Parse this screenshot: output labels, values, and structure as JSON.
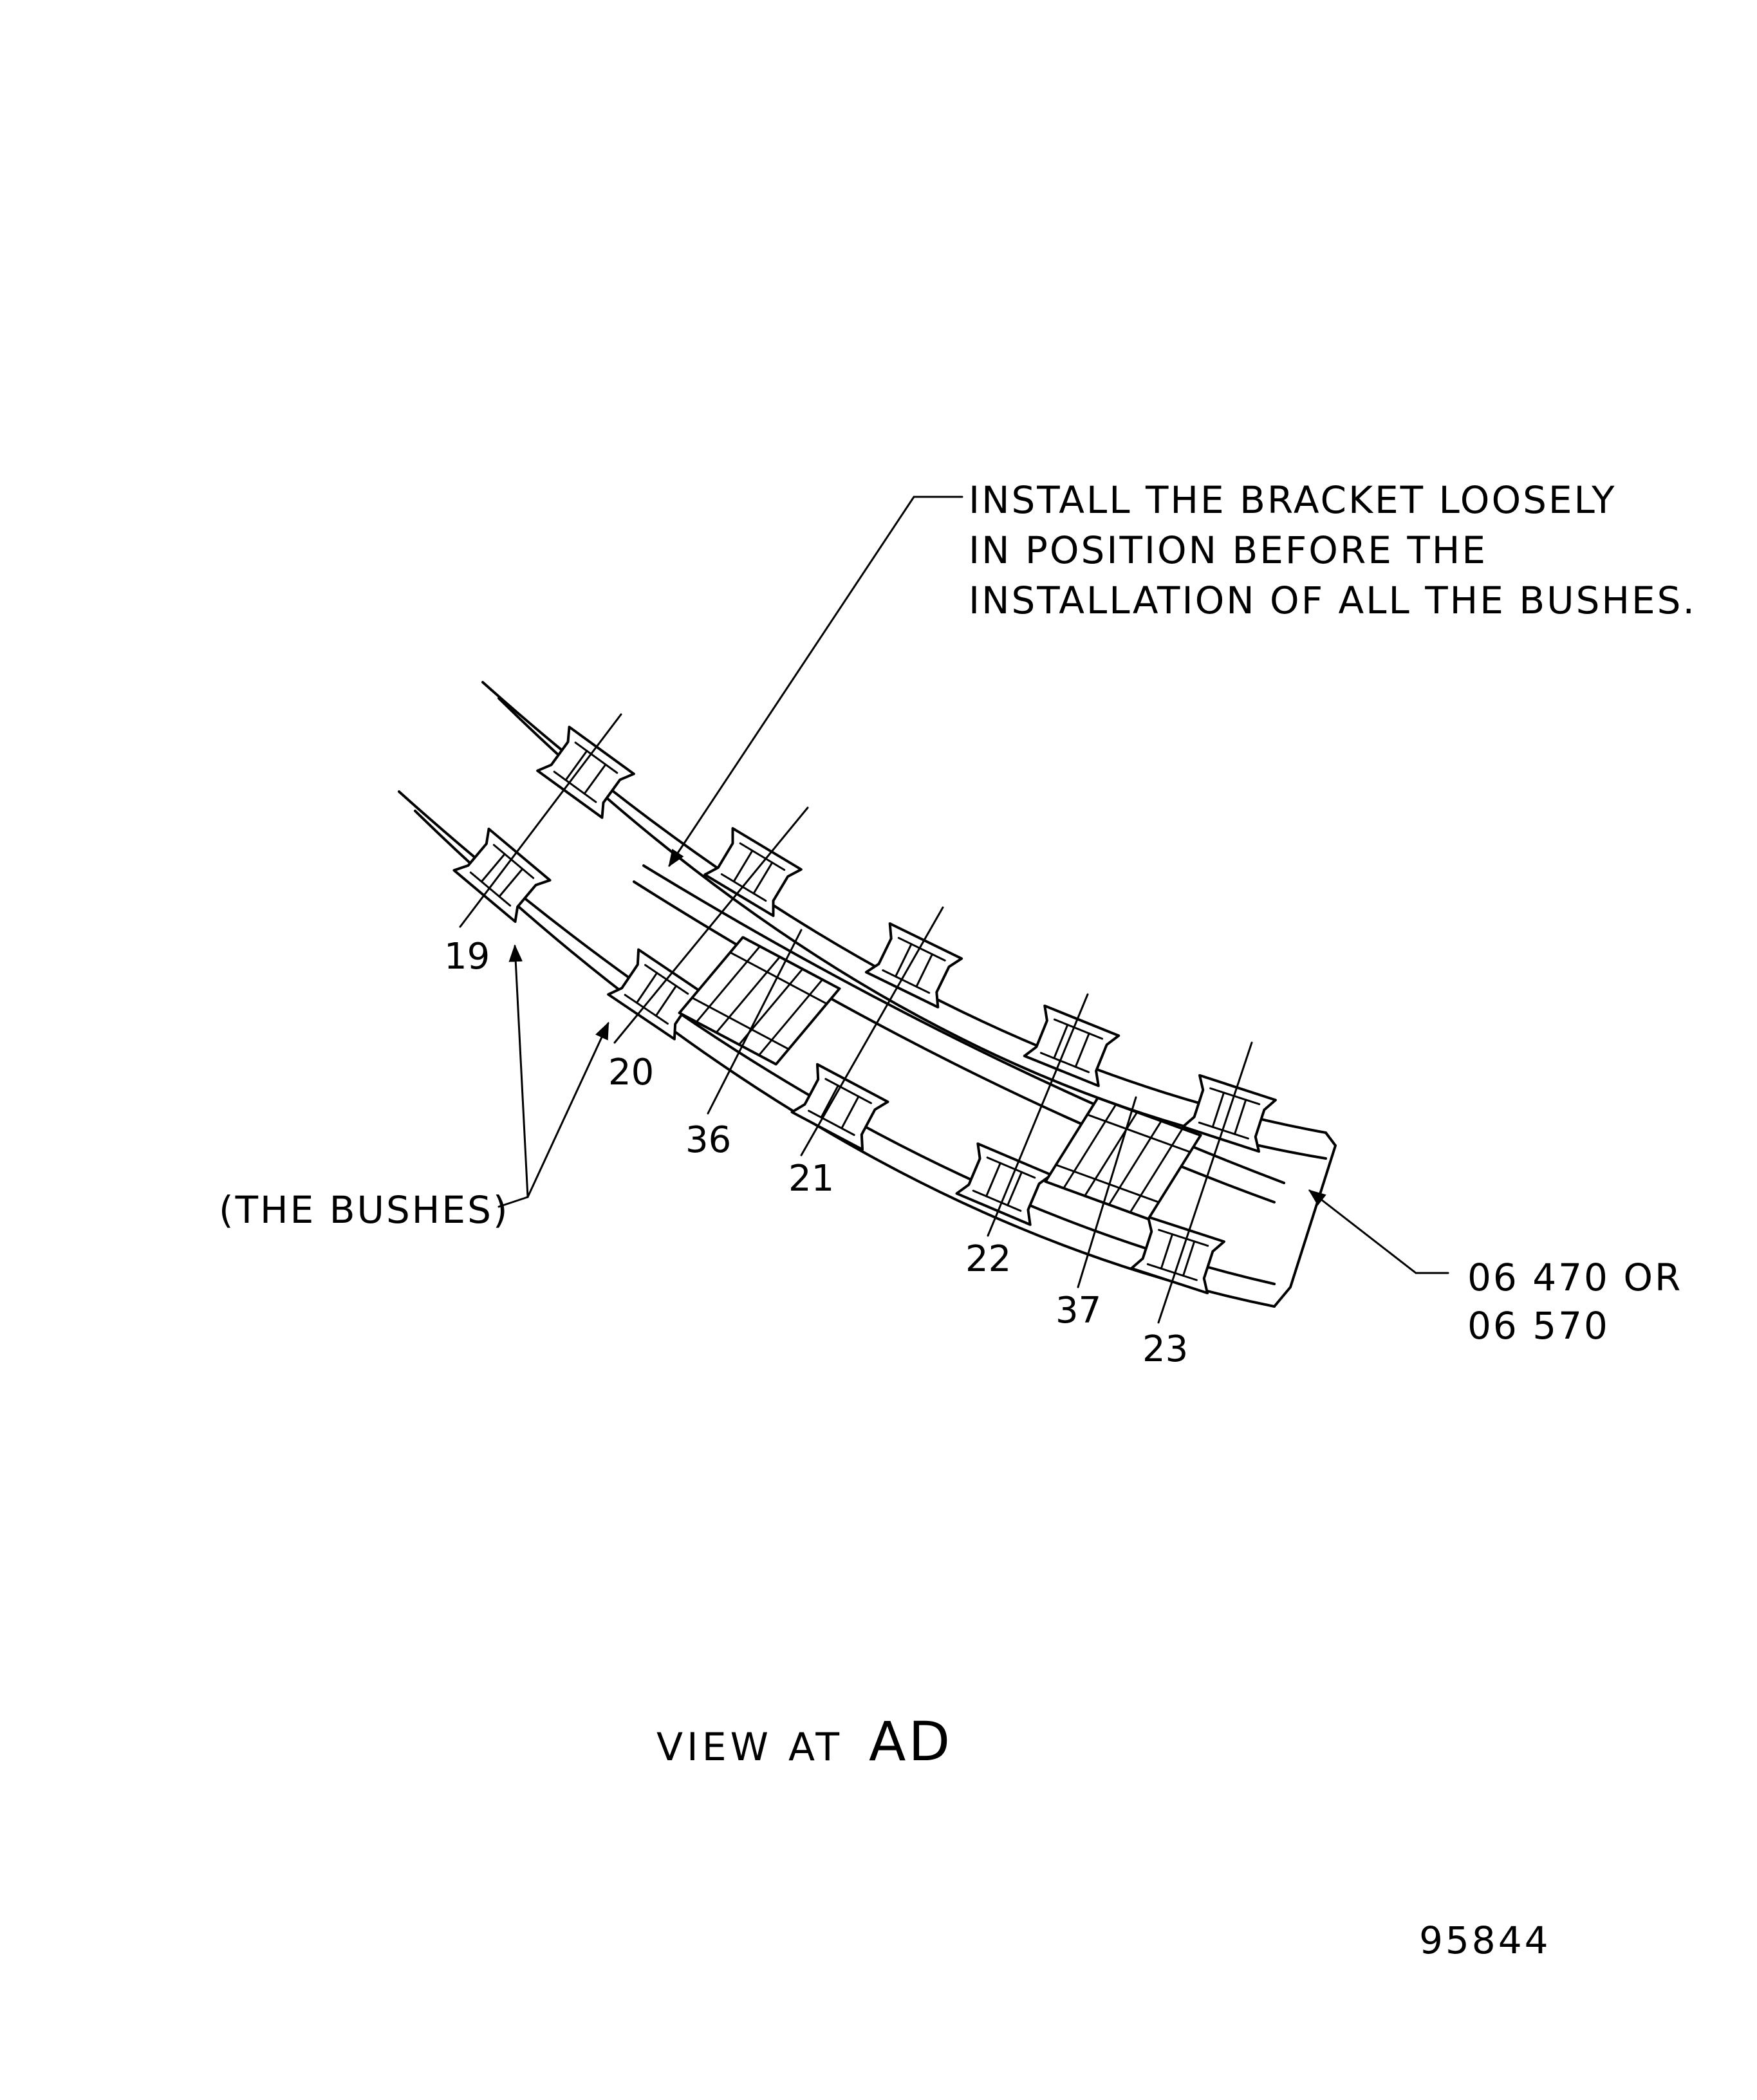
{
  "note": {
    "lines": [
      "INSTALL THE BRACKET LOOSELY",
      "IN POSITION BEFORE THE",
      "INSTALLATION OF ALL THE BUSHES."
    ]
  },
  "callouts": {
    "b19": "19",
    "b20": "20",
    "b36": "36",
    "b21": "21",
    "b22": "22",
    "b37": "37",
    "b23": "23"
  },
  "the_bushes_label": "(THE BUSHES)",
  "part_ref": {
    "line1": "06 470 OR",
    "line2": "06 570"
  },
  "caption": {
    "prefix": "VIEW AT",
    "view": "AD"
  },
  "drawing_number": "95844"
}
